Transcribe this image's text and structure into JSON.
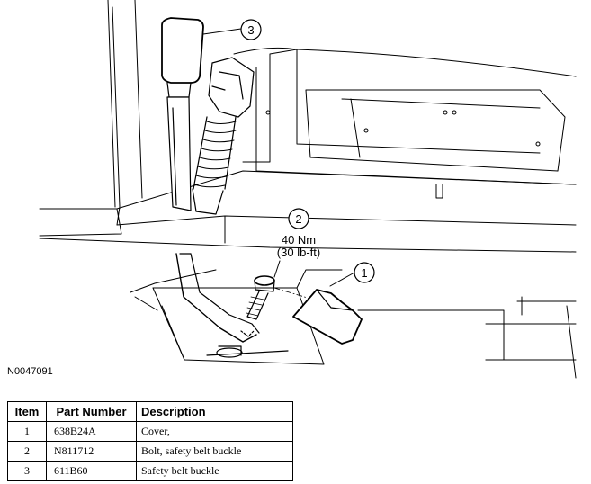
{
  "callouts": [
    {
      "number": "1"
    },
    {
      "number": "2",
      "torque_nm": "40 Nm",
      "torque_lbft": "(30 lb-ft)"
    },
    {
      "number": "3"
    }
  ],
  "figure_id": "N0047091",
  "parts_table": {
    "headers": [
      "Item",
      "Part Number",
      "Description"
    ],
    "rows": [
      [
        "1",
        "638B24A",
        "Cover,"
      ],
      [
        "2",
        "N811712",
        "Bolt, safety belt buckle"
      ],
      [
        "3",
        "611B60",
        "Safety belt buckle"
      ]
    ]
  }
}
